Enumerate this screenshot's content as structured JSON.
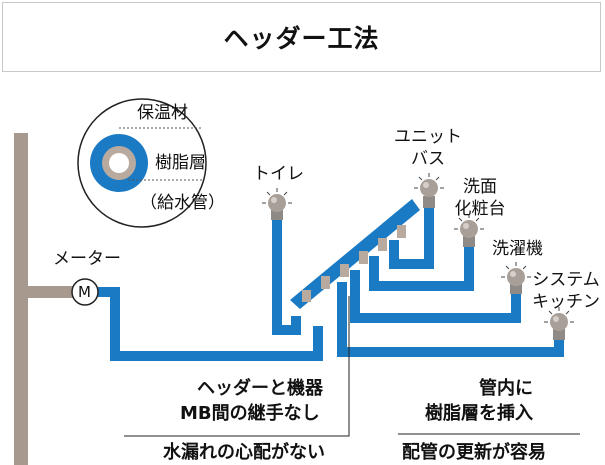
{
  "title": "ヘッダー工法",
  "inset": {
    "insulation": "保温材",
    "resin_layer": "樹脂層",
    "supply_pipe": "（給水管）"
  },
  "meter": {
    "label": "メーター",
    "symbol": "M"
  },
  "fixtures": {
    "toilet": "トイレ",
    "unit_bath_1": "ユニット",
    "unit_bath_2": "バス",
    "washbasin_1": "洗面",
    "washbasin_2": "化粧台",
    "washer": "洗濯機",
    "kitchen_1": "システム",
    "kitchen_2": "キッチン"
  },
  "notes": {
    "left_line1": "ヘッダーと機器",
    "left_line2": "MB間の継手なし",
    "left_bottom": "水漏れの心配がない",
    "right_line1": "管内に",
    "right_line2": "樹脂層を挿入",
    "right_bottom": "配管の更新が容易"
  },
  "colors": {
    "pipe": "#1a7ac4",
    "main_pipe": "#a8998f",
    "stub": "#b9aaa0",
    "faucet": "#a89f98"
  }
}
